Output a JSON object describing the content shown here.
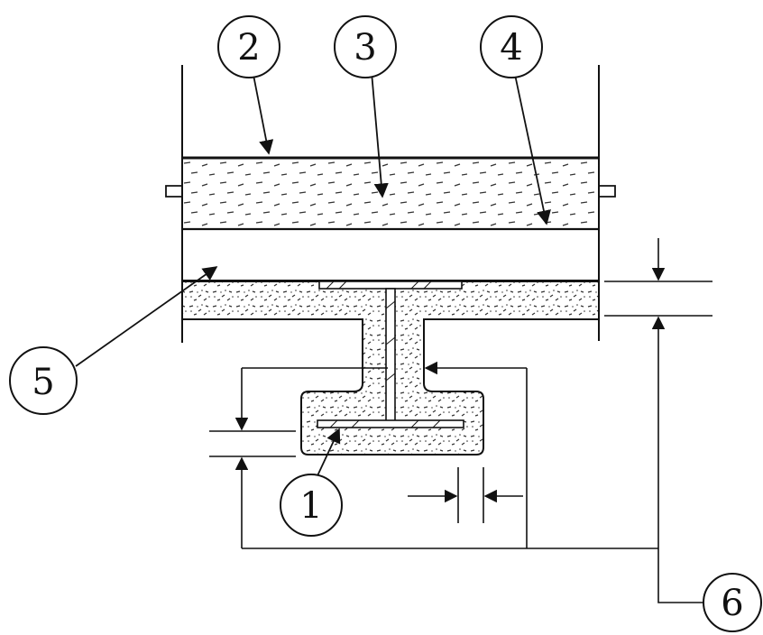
{
  "callouts": {
    "c1": "1",
    "c2": "2",
    "c3": "3",
    "c4": "4",
    "c5": "5",
    "c6": "6"
  },
  "colors": {
    "ink": "#111111",
    "concrete_speckle": "#333333",
    "background": "#ffffff"
  }
}
